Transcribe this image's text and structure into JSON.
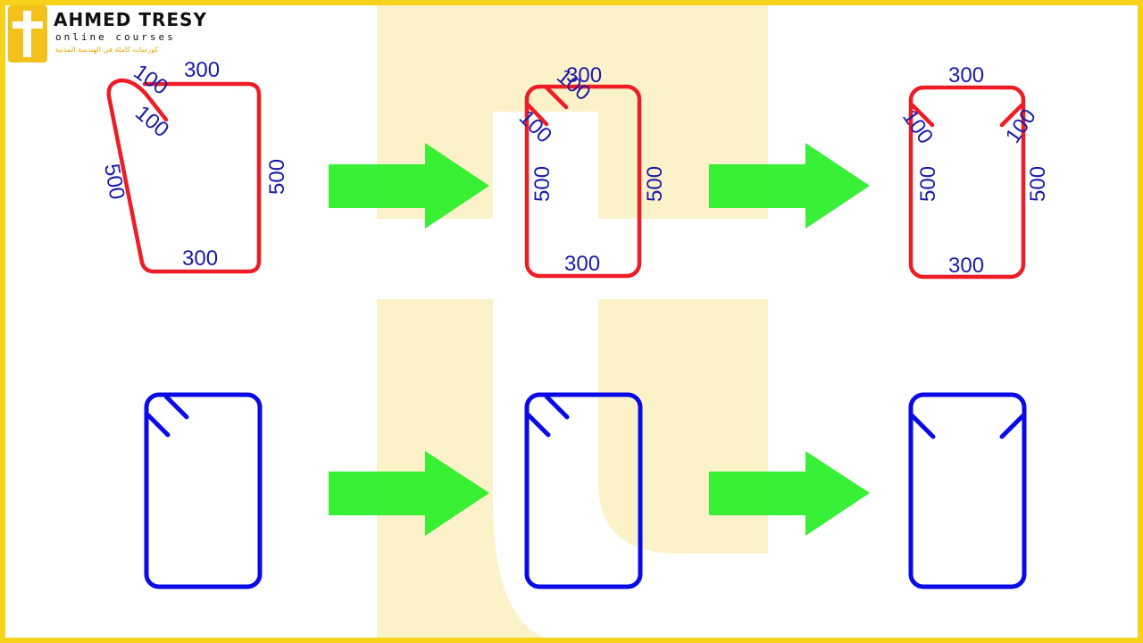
{
  "brand": {
    "title": "AHMED TRESY",
    "subtitle": "online courses",
    "tagline": "كورسات كاملة في الهندسة المدنية"
  },
  "colors": {
    "frame": "#f7d21a",
    "watermark": "#fbecb4",
    "red_stirrup": "#ee1c24",
    "blue_stirrup": "#0a0ae6",
    "dimension_text": "#1a1aa8",
    "arrow": "#22ee22",
    "logo_gold": "#f2c21b"
  },
  "dimensions": {
    "step1": {
      "top": "300",
      "bottom": "300",
      "left": "500",
      "right": "500",
      "hook_outer": "100",
      "hook_inner": "100"
    },
    "step2": {
      "top": "300",
      "bottom": "300",
      "left": "500",
      "right": "500",
      "hook_outer": "100",
      "hook_inner": "100"
    },
    "step3": {
      "top": "300",
      "bottom": "300",
      "left": "500",
      "right": "500",
      "hook_left": "100",
      "hook_right": "100"
    }
  }
}
